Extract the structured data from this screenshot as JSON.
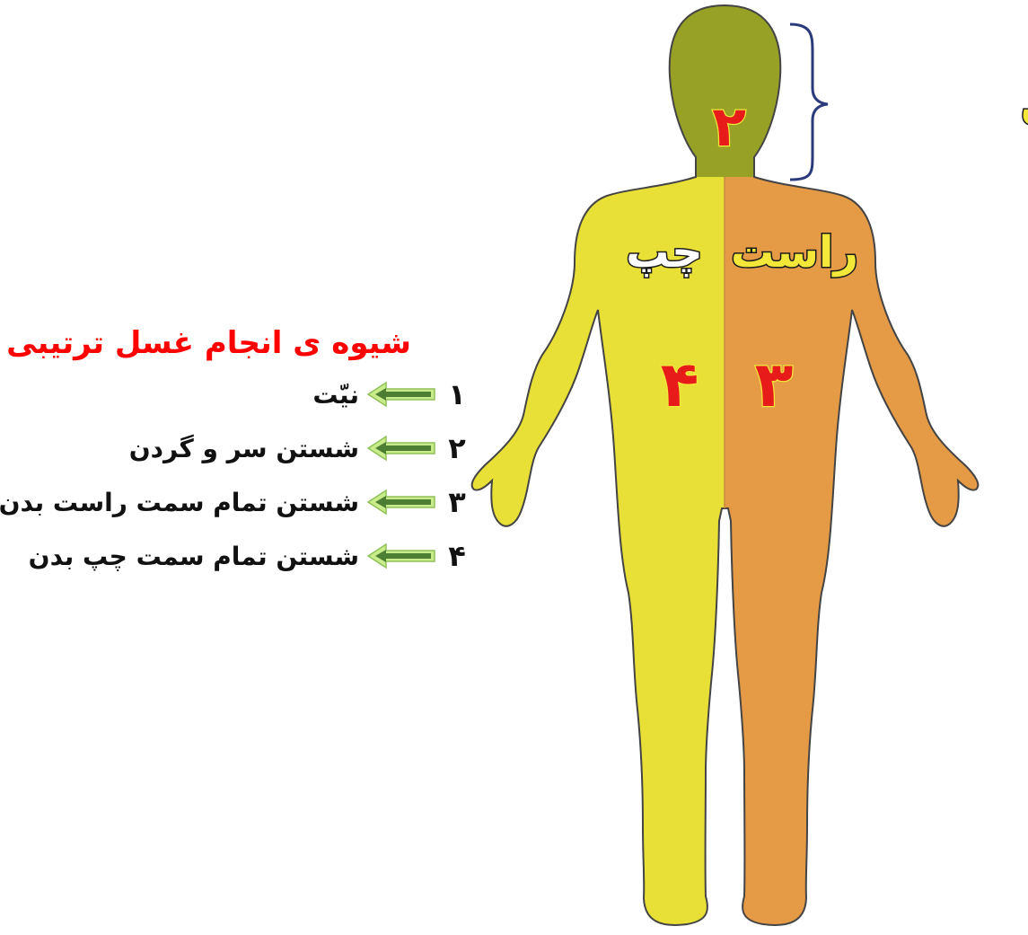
{
  "labels": {
    "head_neck": "سر و گردن",
    "right": "راست",
    "left": "چپ",
    "head_number": "۲",
    "right_number": "۳",
    "left_number": "۴"
  },
  "steps_title": "شیوه ی انجام غسل ترتیبی",
  "steps": [
    {
      "number": "۱",
      "text": "نیّت"
    },
    {
      "number": "۲",
      "text": "شستن سر و گردن"
    },
    {
      "number": "۳",
      "text": "شستن تمام سمت راست بدن"
    },
    {
      "number": "۴",
      "text": "شستن تمام  سمت چپ بدن"
    }
  ],
  "colors": {
    "head": "#96a125",
    "left_side": "#e8e036",
    "right_side": "#e59a46",
    "number_red": "#e81b1b",
    "label_yellow": "#f3e73a",
    "title_red": "#ff0000",
    "brace": "#2b3a7a",
    "arrow_green": "#4d7e34",
    "arrow_body_green": "#68a34a"
  }
}
